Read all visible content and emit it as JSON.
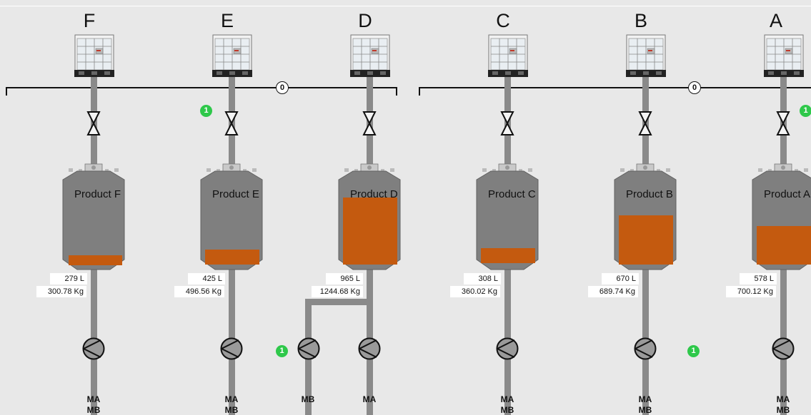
{
  "columns": [
    {
      "letter": "F",
      "product": "Product F",
      "volume": "279 L",
      "mass": "300.78 Kg",
      "fill_level": 0.09,
      "outlets": [
        "MA",
        "MB"
      ]
    },
    {
      "letter": "E",
      "product": "Product E",
      "volume": "425 L",
      "mass": "496.56 Kg",
      "fill_level": 0.15,
      "outlets": [
        "MA",
        "MB"
      ]
    },
    {
      "letter": "D",
      "product": "Product D",
      "volume": "965 L",
      "mass": "1244.68 Kg",
      "fill_level": 0.7,
      "outlets": [
        "MA"
      ],
      "branch_outlet": "MB"
    },
    {
      "letter": "C",
      "product": "Product C",
      "volume": "308 L",
      "mass": "360.02 Kg",
      "fill_level": 0.15,
      "outlets": [
        "MA",
        "MB"
      ]
    },
    {
      "letter": "B",
      "product": "Product B",
      "volume": "670 L",
      "mass": "689.74 Kg",
      "fill_level": 0.53,
      "outlets": [
        "MA",
        "MB"
      ]
    },
    {
      "letter": "A",
      "product": "Product A",
      "volume": "578 L",
      "mass": "700.12 Kg",
      "fill_level": 0.42,
      "outlets": [
        "MA",
        "MB"
      ]
    }
  ],
  "manifolds": [
    {
      "badge": "0"
    },
    {
      "badge": "0"
    }
  ],
  "status_badges": [
    {
      "text": "1"
    },
    {
      "text": "1"
    },
    {
      "text": "1"
    },
    {
      "text": "1"
    }
  ],
  "colors": {
    "background": "#e8e8e8",
    "pipe": "#8a8a8a",
    "tank_body": "#7f7f7f",
    "product_fill": "#c45a0f",
    "status_ok": "#2ec84a"
  }
}
